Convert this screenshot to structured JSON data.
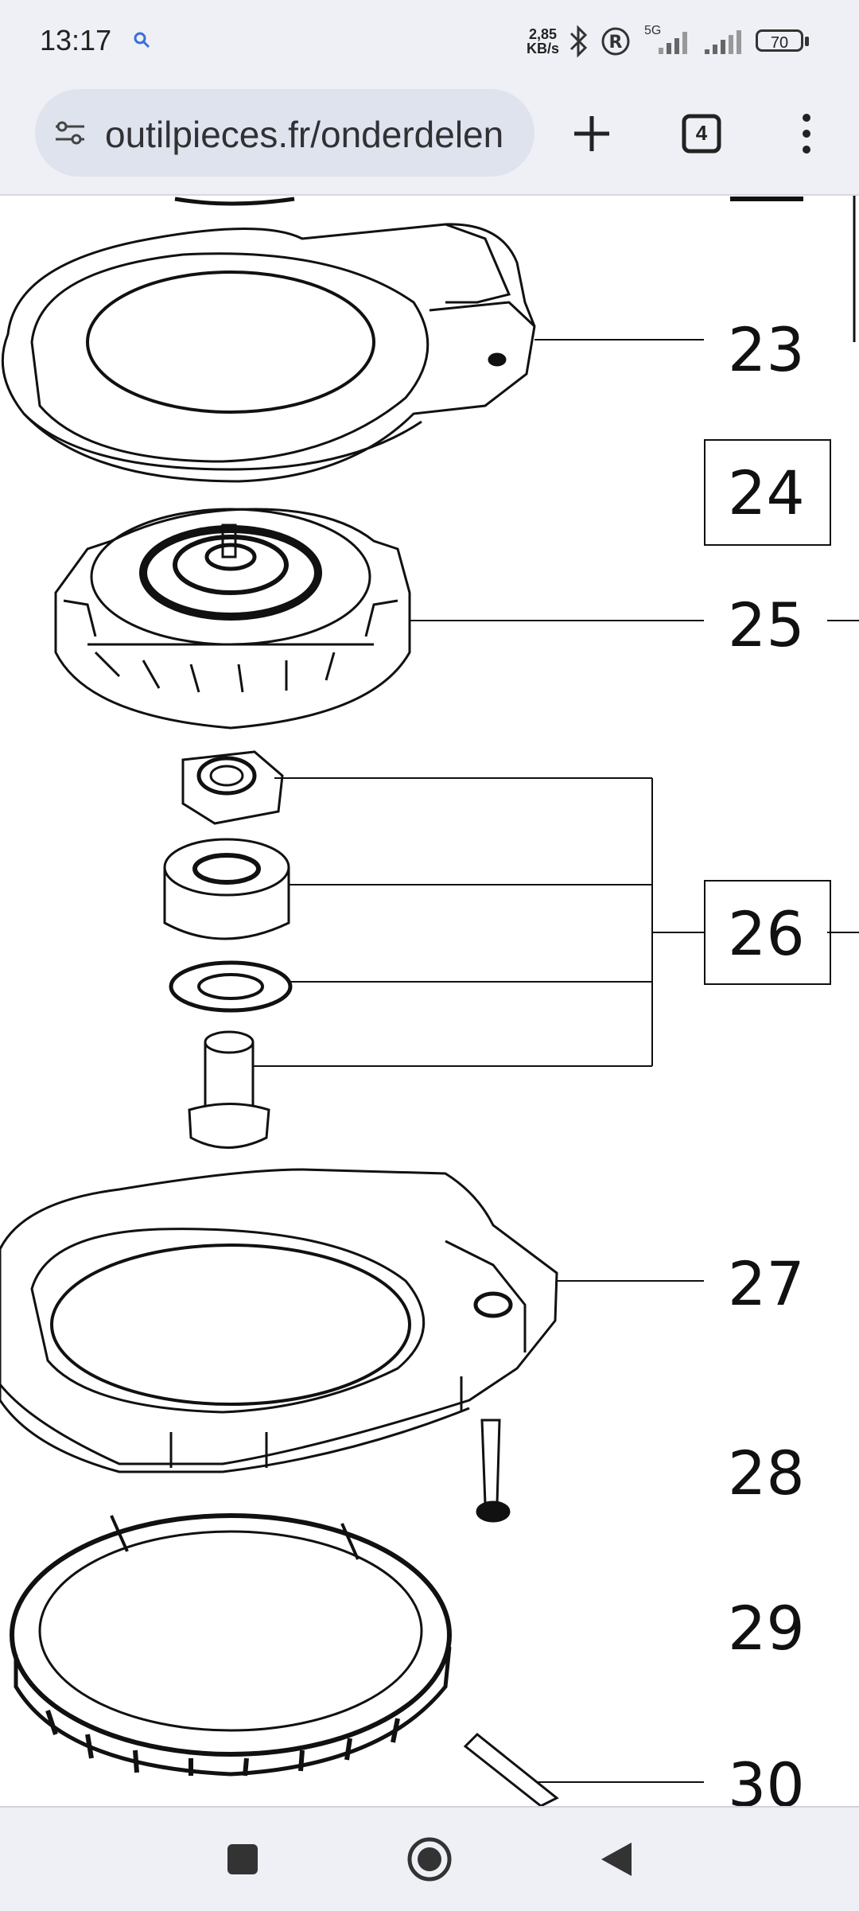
{
  "status_bar": {
    "time": "13:17",
    "network_speed_value": "2,85",
    "network_speed_unit": "KB/s",
    "signal_label": "5G",
    "battery": "70"
  },
  "browser": {
    "url": "outilpieces.fr/onderdelen",
    "tab_count": "4"
  },
  "diagram": {
    "part_numbers": {
      "p23": "23",
      "p24": "24",
      "p25": "25",
      "p26": "26",
      "p27": "27",
      "p28": "28",
      "p29": "29",
      "p30": "30"
    }
  },
  "icons": {
    "status_search": "search-icon",
    "bluetooth": "bluetooth-icon",
    "registered": "registered-icon",
    "site_info": "tune-icon",
    "new_tab": "plus-icon",
    "tabs": "tab-switcher-icon",
    "menu": "more-vert-icon",
    "nav_recents": "square-icon",
    "nav_home": "home-circle-icon",
    "nav_back": "back-triangle-icon"
  }
}
